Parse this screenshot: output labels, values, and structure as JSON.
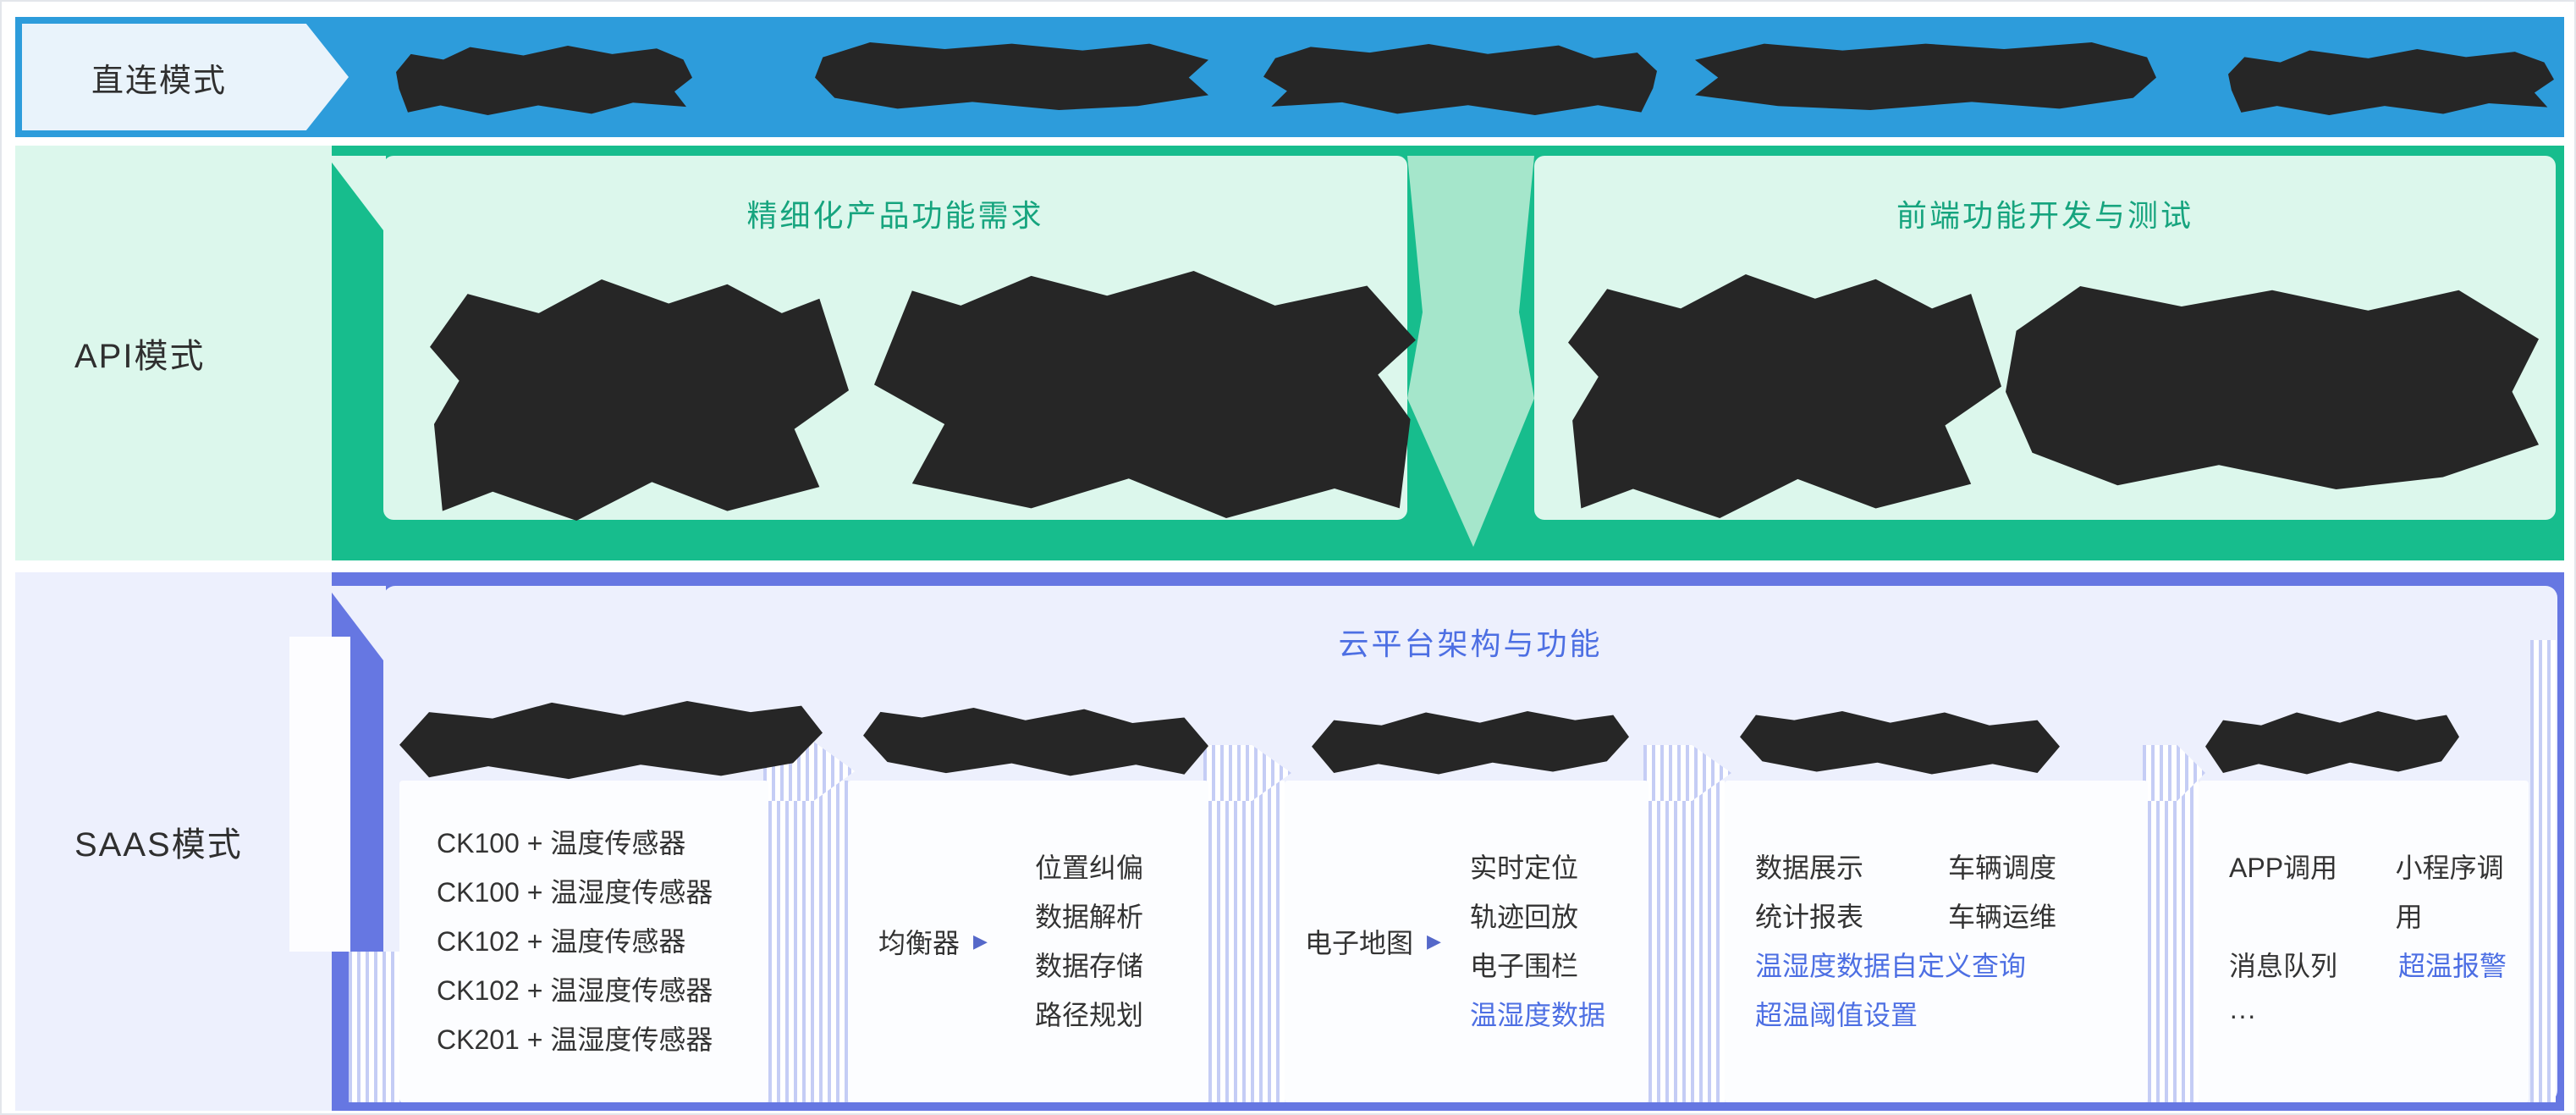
{
  "direct_row": {
    "label": "直连模式"
  },
  "api_row": {
    "label": "API模式",
    "left_title": "精细化产品功能需求",
    "right_title": "前端功能开发与测试"
  },
  "saas_row": {
    "label": "SAAS模式",
    "title": "云平台架构与功能",
    "devices": [
      "CK100 + 温度传感器",
      "CK100 + 温湿度传感器",
      "CK102 + 温度传感器",
      "CK102 + 温湿度传感器",
      "CK201 + 温湿度传感器"
    ],
    "gateway": {
      "lead": "均衡器",
      "items": [
        "位置纠偏",
        "数据解析",
        "数据存储",
        "路径规划"
      ]
    },
    "map": {
      "lead": "电子地图",
      "items": [
        "实时定位",
        "轨迹回放",
        "电子围栏"
      ],
      "highlight": "温湿度数据"
    },
    "platform": {
      "pairs": [
        [
          "数据展示",
          "车辆调度"
        ],
        [
          "统计报表",
          "车辆运维"
        ]
      ],
      "highlights": [
        "温湿度数据自定义查询",
        "超温阈值设置"
      ]
    },
    "openapi": {
      "pair1": [
        "APP调用",
        "小程序调用"
      ],
      "pair2_plain": "消息队列",
      "pair2_highlight": "超温报警",
      "ellipsis": "···"
    }
  },
  "icons": {
    "lead_arrow": "▶"
  },
  "colors": {
    "direct_band": "#2D9CDB",
    "direct_label_bg": "#E9F3FB",
    "api_band": "#17BD8D",
    "api_light": "#DCF7EC",
    "api_connector": "#A5E6CB",
    "api_title_text": "#16A47E",
    "saas_band": "#6677E2",
    "saas_light": "#EDF0FD",
    "box_bg": "#FCFDFF",
    "accent_blue": "#4D6FE3",
    "text_dark": "#333333",
    "scribble": "#262626",
    "stripe_blue": "#C5CDF5"
  }
}
